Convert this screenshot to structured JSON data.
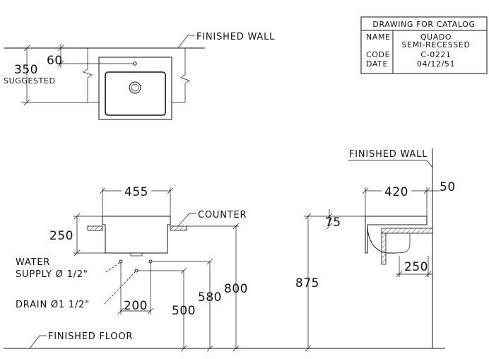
{
  "title_block": {
    "header": "DRAWING FOR CATALOG",
    "name_label": "NAME",
    "name_value_1": "QUADO",
    "name_value_2": "SEMI-RECESSED",
    "code_label": "CODE",
    "code_value": "C-0221",
    "date_label": "DATE",
    "date_value": "04/12/51"
  },
  "top_view": {
    "finished_wall": "FINISHED  WALL",
    "dim_height": "350",
    "dim_suggested": "SUGGESTED",
    "dim_offset": "60"
  },
  "front_view": {
    "dim_width": "455",
    "dim_height": "250",
    "counter": "COUNTER",
    "water_supply": "WATER\nSUPPLY Ø 1/2\"",
    "water_line1": "WATER",
    "water_line2": "SUPPLY Ø 1/2\"",
    "drain": "DRAIN Ø1  1/2\"",
    "dim_spacing": "200",
    "dim_500": "500",
    "dim_580": "580",
    "dim_800": "800",
    "finished_floor": "FINISHED  FLOOR"
  },
  "side_view": {
    "finished_wall": "FINISHED  WALL",
    "dim_width": "420",
    "dim_offset": "50",
    "dim_lip": "75",
    "dim_depth": "250",
    "dim_height": "875"
  }
}
